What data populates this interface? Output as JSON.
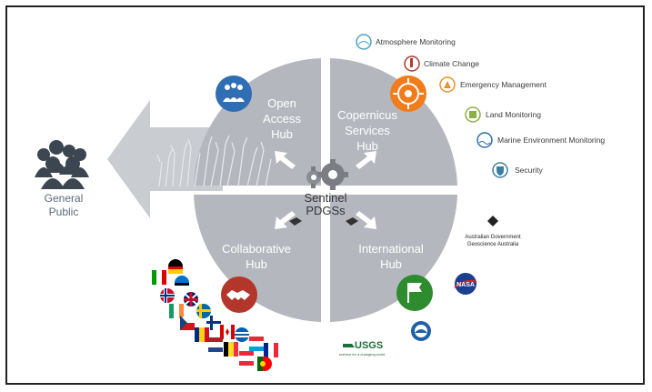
{
  "quadrants": {
    "open_access": [
      "Open",
      "Access",
      "Hub"
    ],
    "copernicus": [
      "Copernicus",
      "Services",
      "Hub"
    ],
    "collaborative": [
      "Collaborative",
      "Hub"
    ],
    "international": [
      "International",
      "Hub"
    ]
  },
  "center": [
    "Sentinel",
    "PDGSs"
  ],
  "general_public": [
    "General",
    "Public"
  ],
  "services": [
    {
      "label": "Atmosphere Monitoring",
      "color": "#4aa3c8"
    },
    {
      "label": "Climate Change",
      "color": "#b03a2e"
    },
    {
      "label": "Emergency Management",
      "color": "#e8922f"
    },
    {
      "label": "Land Monitoring",
      "color": "#8bb04a"
    },
    {
      "label": "Marine Environment Monitoring",
      "color": "#2f6fa6"
    },
    {
      "label": "Security",
      "color": "#3a7fa0"
    }
  ],
  "partners": {
    "australia": [
      "Australian Government",
      "Geoscience Australia"
    ],
    "nasa": "NASA",
    "usgs": "USGS",
    "usgs_tag": "science for a changing world"
  },
  "colors": {
    "quadrant": "#b4b8be",
    "arrow": "#c9ccd0",
    "people": "#3b4651",
    "open_access_icon": "#2f6db5",
    "copernicus_icon": "#f07c1c",
    "collaborative_icon": "#b3362b",
    "international_icon": "#2e8b2e"
  }
}
